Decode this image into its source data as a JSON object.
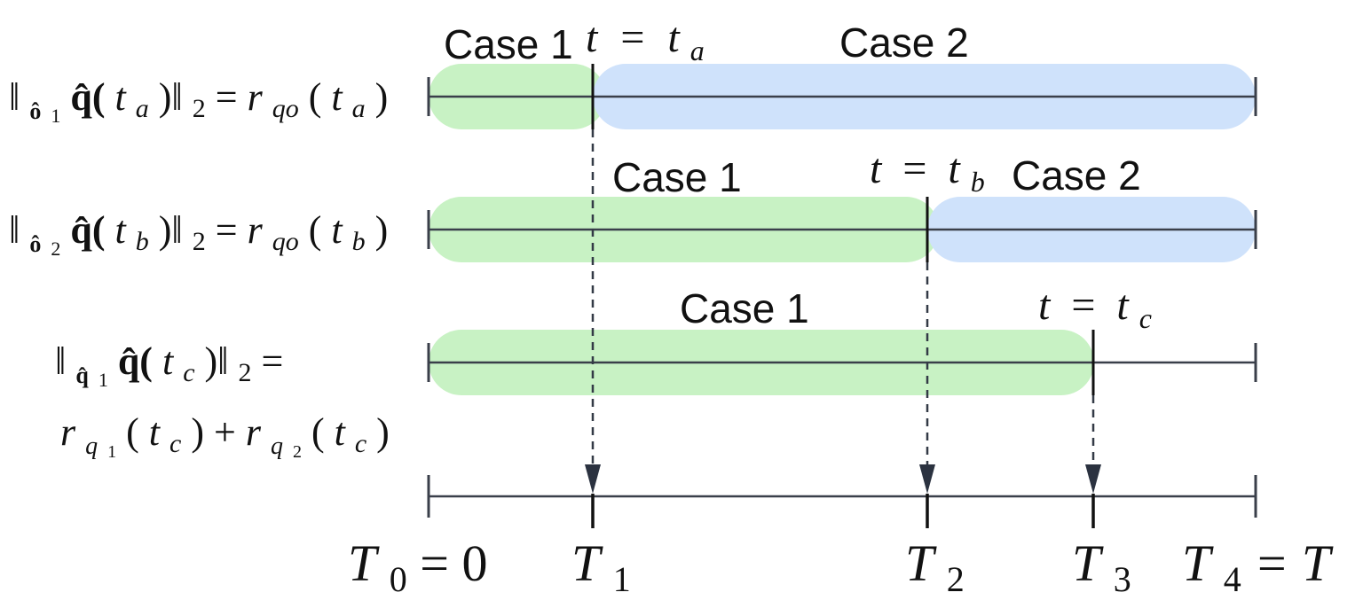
{
  "rows": [
    {
      "eq_parts": [
        "‖",
        "ô",
        "1",
        " q̂(",
        "t",
        "a",
        ")‖",
        "2",
        " = ",
        "r",
        "qo",
        "(",
        "t",
        "a",
        ")"
      ],
      "case1_label": "Case 1",
      "case2_label": "Case 2",
      "time_label_t": "t",
      "time_label_eq": "=",
      "time_label_sub": "a"
    },
    {
      "eq_parts": [
        "‖",
        "ô",
        "2",
        " q̂(",
        "t",
        "b",
        ")‖",
        "2",
        " = ",
        "r",
        "qo",
        "(",
        "t",
        "b",
        ")"
      ],
      "case1_label": "Case 1",
      "case2_label": "Case 2",
      "time_label_t": "t",
      "time_label_eq": "=",
      "time_label_sub": "b"
    },
    {
      "eq_line1_parts": [
        "‖",
        "q̂",
        "1",
        " q̂(",
        "t",
        "c",
        ")‖",
        "2",
        " ="
      ],
      "eq_line2_parts": [
        "r",
        "q",
        "1",
        "(",
        "t",
        "c",
        ") + ",
        "r",
        "q",
        "2",
        "(",
        "t",
        "c",
        ")"
      ],
      "case1_label": "Case 1",
      "time_label_t": "t",
      "time_label_eq": "=",
      "time_label_sub": "c"
    }
  ],
  "axis": {
    "ticks": [
      {
        "main": "T",
        "sub": "0",
        "suffix": " = 0"
      },
      {
        "main": "T",
        "sub": "1",
        "suffix": ""
      },
      {
        "main": "T",
        "sub": "2",
        "suffix": ""
      },
      {
        "main": "T",
        "sub": "3",
        "suffix": ""
      },
      {
        "main": "T",
        "sub": "4",
        "suffix": " = T"
      }
    ]
  },
  "colors": {
    "case1_fill": "#c8f2c4",
    "case2_fill": "#cfe2fb",
    "line": "#3a3f4a"
  }
}
